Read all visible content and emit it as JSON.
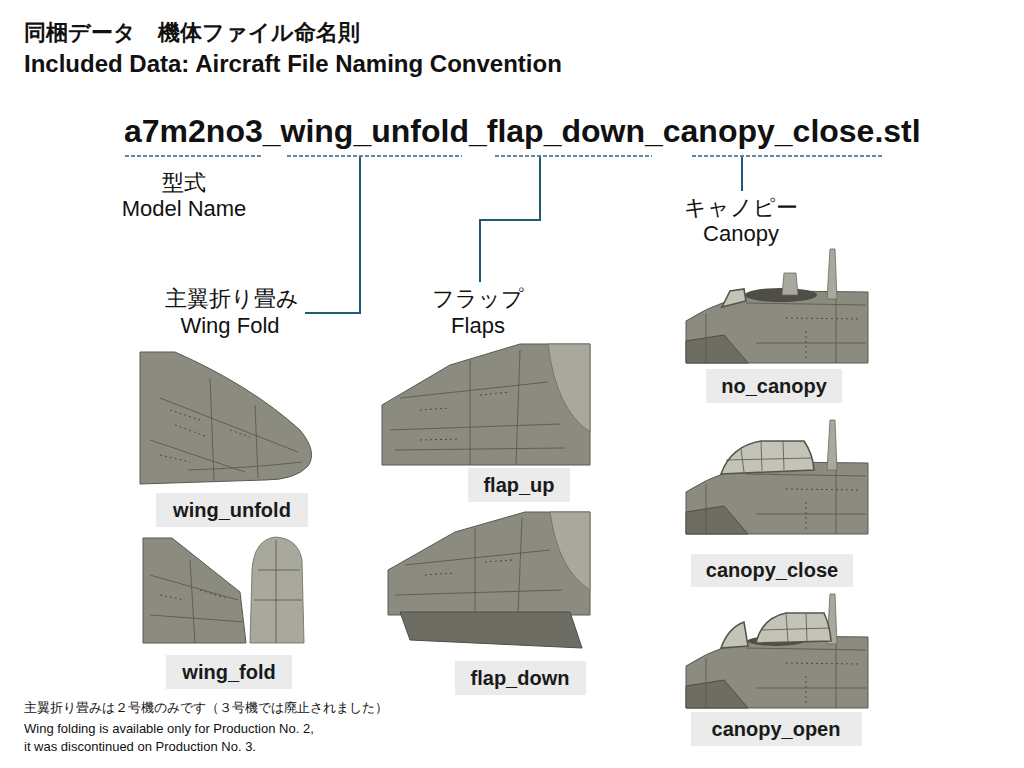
{
  "diagram": {
    "title": "同梱データ　機体ファイル命名則",
    "nodes": [
      {
        "text": [
          "wing_unfold"
        ]
      },
      {
        "text": [
          "wing_fold"
        ]
      },
      {
        "text": [
          "flap_up"
        ]
      },
      {
        "text": [
          "flap_down"
        ]
      },
      {
        "text": [
          "no_canopy"
        ]
      },
      {
        "text": [
          "canopy_close"
        ]
      },
      {
        "text": [
          "canopy_open"
        ]
      }
    ],
    "labels": [
      "Included Data: Aircraft File Naming Convention",
      "a7m2no3_wing_unfold_flap_down_canopy_close.stl",
      "型式",
      "Model Name",
      "キャノピー",
      "Canopy",
      "主翼折り畳み",
      "Wing Fold",
      "フラップ",
      "Flaps",
      "主翼折り畳みは２号機のみです（３号機では廃止されました）",
      "Wing folding is available only for Production No. 2, it was discontinued on Production No. 3."
    ]
  }
}
